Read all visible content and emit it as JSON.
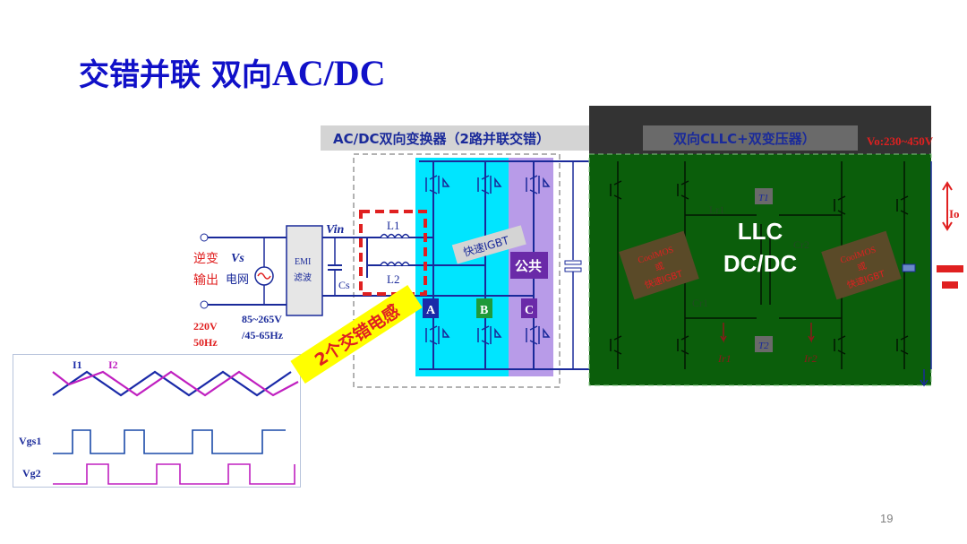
{
  "title": {
    "cjk": "交错并联 双向",
    "latin": "AC/DC"
  },
  "page_number": "19",
  "converter": {
    "header": "AC/DC双向变换器（2路并联交错）",
    "vin": "Vin",
    "inductor_1": "L1",
    "inductor_2": "L2",
    "cap_cs": "Cs",
    "emi_line1": "EMI",
    "emi_line2": "滤波",
    "fast_igbt": "快速IGBT",
    "common": "公共",
    "leg_a": "A",
    "leg_b": "B",
    "leg_c": "C"
  },
  "source": {
    "label1": "逆变",
    "label2": "输出",
    "vs": "Vs",
    "grid": "电网",
    "range1": "85~265V",
    "range2": "/45-65Hz",
    "v220": "220V",
    "hz50": "50Hz"
  },
  "llc": {
    "header": "双向CLLC+双变压器）",
    "vo": "Vo:230~450V",
    "overlay1": "LLC",
    "overlay2": "DC/DC",
    "mos_l1": "CoolMOS",
    "mos_l2": "或",
    "mos_l3": "快速IGBT",
    "t1": "T1",
    "t2": "T2",
    "lr1": "Lr1",
    "cr1": "Cr1",
    "cr2": "Cr2",
    "ir1": "Ir1",
    "ir2": "Ir2",
    "io": "Io"
  },
  "callout": "2个交错电感",
  "waveforms": {
    "i1": "I1",
    "i2": "I2",
    "vgs1": "Vgs1",
    "vg2": "Vg2"
  },
  "colors": {
    "title": "#1010c8",
    "header_bg": "#d4d4d4",
    "cyan_region": "#00e5ff",
    "purple_region": "#b89be8",
    "llc_overlay": "#0b5e0b",
    "dashed_red": "#e02020",
    "callout_bg": "#ffff00",
    "wire_blue": "#1a2a9a",
    "accent_red": "#e02020"
  }
}
